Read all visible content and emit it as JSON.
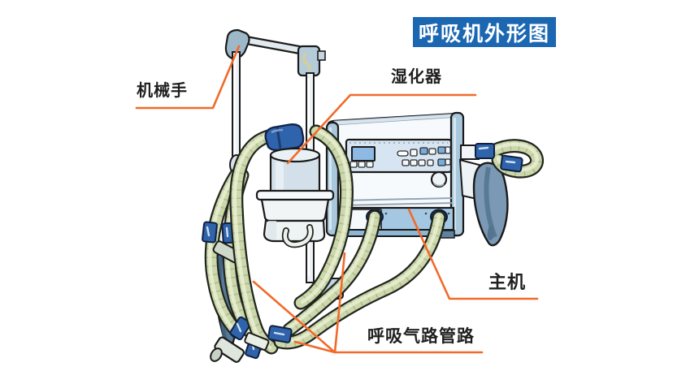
{
  "title": "呼吸机外形图",
  "labels": {
    "robotic_arm": "机械手",
    "humidifier": "湿化器",
    "main_unit": "主机",
    "breathing_circuit": "呼吸气路管路"
  },
  "colors": {
    "title_bg": "#1b67b2",
    "title_text": "#ffffff",
    "label_text": "#1f1f1f",
    "leader_line": "#f26a2a",
    "tube_green": "#ccd8ab",
    "connector_blue": "#2f63ab",
    "machine_body": "#f7fafc",
    "machine_rail": "#a9c8dc",
    "machine_panel": "#d6e5f1",
    "display_blue": "#8db9e2",
    "bag_blue": "#7b99b5",
    "test_lung_blue": "#587a9a"
  }
}
